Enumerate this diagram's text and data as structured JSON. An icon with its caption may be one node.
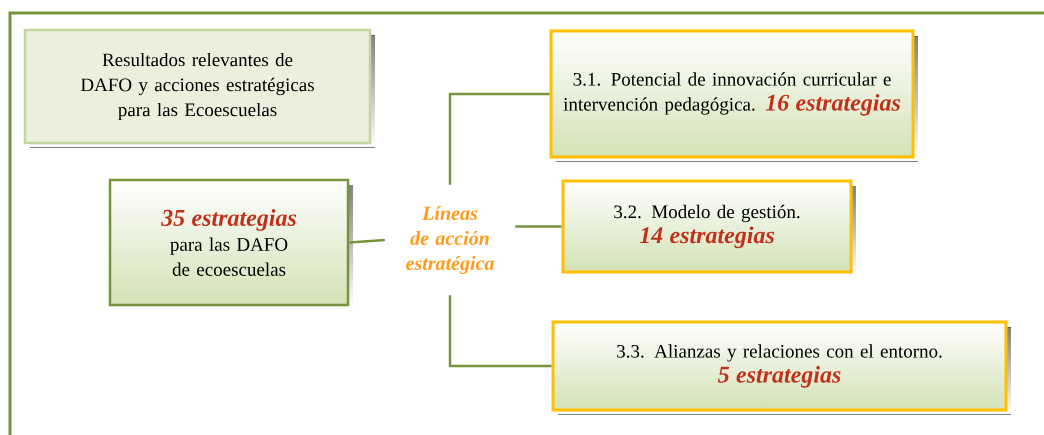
{
  "diagram": {
    "nodes": [
      {
        "text": [
          "Resultados relevantes de DAFO y acciones estratégicas para las Ecoescuelas"
        ]
      },
      {
        "text": [
          "35 estrategias",
          "para las DAFO de ecoescuelas"
        ]
      },
      {
        "text": [
          "Líneas de acción estratégica"
        ]
      },
      {
        "text": [
          "3.1. Potencial de innovación curricular e intervención pedagógica.",
          "16 estrategias"
        ]
      },
      {
        "text": [
          "3.2. Modelo de gestión.",
          "14 estrategias"
        ]
      },
      {
        "text": [
          "3.3. Alianzas y relaciones con el entorno.",
          "5 estrategias"
        ]
      }
    ],
    "edges": [
      {
        "from": 1,
        "to": 2,
        "arrow": "none"
      },
      {
        "from": 2,
        "to": 3,
        "arrow": "none"
      },
      {
        "from": 2,
        "to": 4,
        "arrow": "none"
      },
      {
        "from": 2,
        "to": 5,
        "arrow": "none"
      }
    ]
  }
}
